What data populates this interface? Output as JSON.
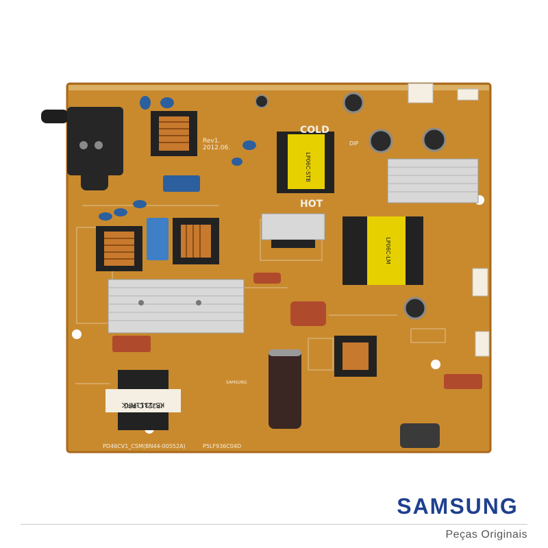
{
  "photo": {
    "board_labels": {
      "cold": "COLD",
      "hot": "HOT",
      "rev": "Rev1.",
      "date": "2012.06.",
      "model_line": "PD46CV1_CSM(BN44-00552A)",
      "serial": "P5LF936C04D",
      "transformer_main": "LP06C-LM",
      "transformer_standby": "LP06C-STB",
      "chip": "IP32LC-PFC",
      "chip_code": "KS-1311RRK",
      "dip": "DIP",
      "samsung_mark": "SAMSUNG"
    },
    "colors": {
      "pcb": "#c98a2e",
      "pcb_dark": "#a8691c",
      "white_silk": "#f4efe2",
      "heatsink": "#d8d8d8",
      "blue_cap": "#2c5f9e",
      "copper": "#c7792e"
    }
  },
  "brand": {
    "logo_text": "SAMSUNG",
    "logo_color": "#1f3f8f",
    "tagline": "Peças Originais"
  }
}
